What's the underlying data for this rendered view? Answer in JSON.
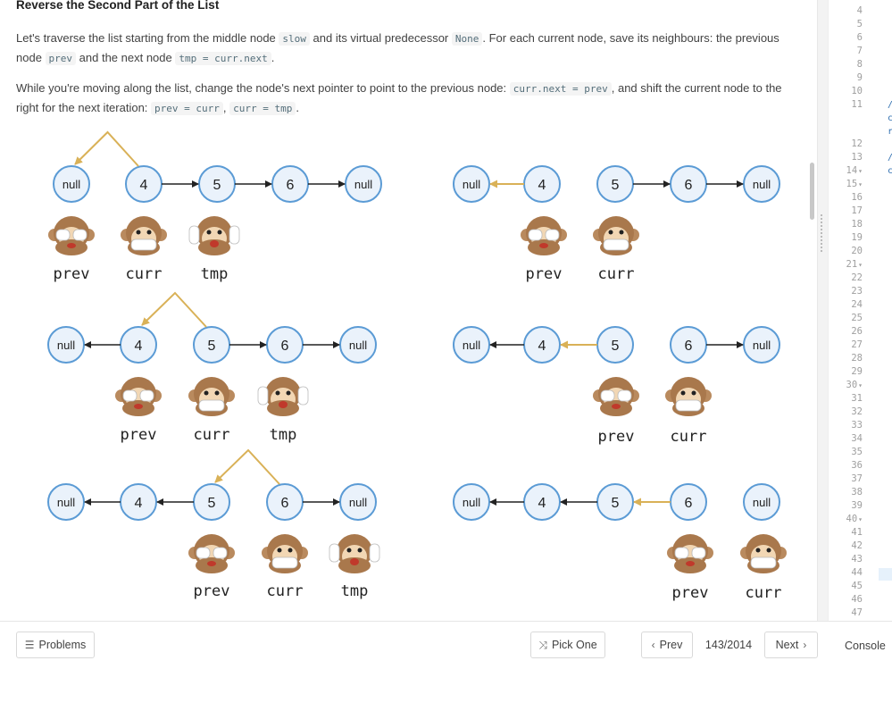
{
  "article": {
    "title": "Reverse the Second Part of the List",
    "p1": {
      "t1": "Let's traverse the list starting from the middle node ",
      "c1": "slow",
      "t2": " and its virtual predecessor ",
      "c2": "None",
      "t3": ". For each current node, save its neighbours: the previous node ",
      "c3": "prev",
      "t4": " and the next node ",
      "c4": "tmp = curr.next",
      "t5": "."
    },
    "p2": {
      "t1": "While you're moving along the list, change the node's next pointer to point to the previous node: ",
      "c1": "curr.next = prev",
      "t2": ", and shift the current node to the right for the next iteration: ",
      "c2": "prev = curr",
      "t3": ", ",
      "c3": "curr = tmp",
      "t4": "."
    }
  },
  "diagram": {
    "null_label": "null",
    "panels": [
      {
        "nodes": [
          "null",
          "4",
          "5",
          "6",
          "null"
        ],
        "monkeys": [
          "prev",
          "curr",
          "tmp"
        ]
      },
      {
        "nodes": [
          "null",
          "4",
          "5",
          "6",
          "null"
        ],
        "monkeys": [
          "prev",
          "curr"
        ]
      },
      {
        "nodes": [
          "null",
          "4",
          "5",
          "6",
          "null"
        ],
        "monkeys": [
          "prev",
          "curr",
          "tmp"
        ]
      },
      {
        "nodes": [
          "null",
          "4",
          "5",
          "6",
          "null"
        ],
        "monkeys": [
          "prev",
          "curr"
        ]
      },
      {
        "nodes": [
          "null",
          "4",
          "5",
          "6",
          "null"
        ],
        "monkeys": [
          "prev",
          "curr",
          "tmp"
        ]
      },
      {
        "nodes": [
          "null",
          "4",
          "5",
          "6",
          "null"
        ],
        "monkeys": [
          "prev",
          "curr"
        ]
      }
    ],
    "colors": {
      "node_border": "#5b9bd5",
      "node_fill": "#eaf2fb",
      "gold": "#d9b157",
      "arrow": "#222222"
    }
  },
  "editor": {
    "line_numbers": [
      "4",
      "5",
      "6",
      "7",
      "8",
      "9",
      "10",
      "11",
      "12",
      "13",
      "14",
      "15",
      "16",
      "17",
      "18",
      "19",
      "20",
      "21",
      "22",
      "23",
      "24",
      "25",
      "26",
      "27",
      "28",
      "29",
      "30",
      "31",
      "32",
      "33",
      "34",
      "35",
      "36",
      "37",
      "38",
      "39",
      "40",
      "41",
      "42",
      "43",
      "44",
      "45",
      "46",
      "47"
    ],
    "fragments": [
      "/",
      "c",
      "r",
      "/",
      "c"
    ]
  },
  "footer": {
    "problems_label": "Problems",
    "pick_label": "Pick One",
    "prev_label": "Prev",
    "pager": "143/2014",
    "next_label": "Next",
    "console_label": "Console"
  }
}
